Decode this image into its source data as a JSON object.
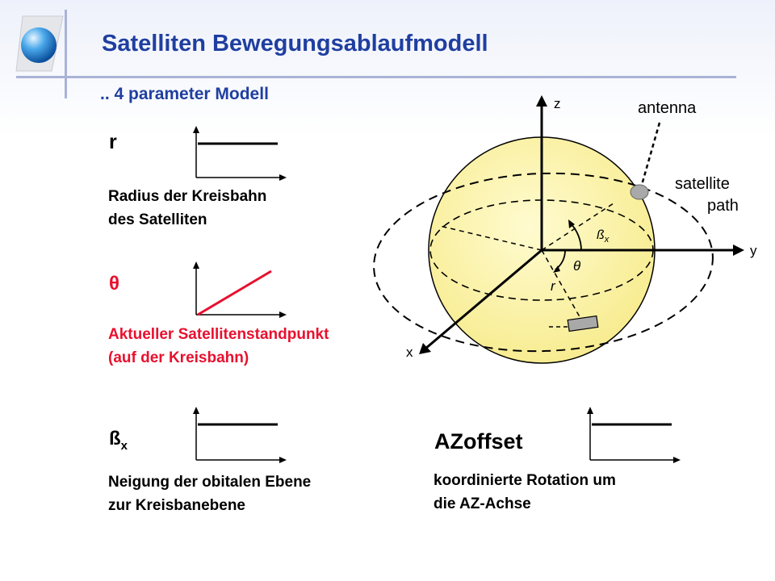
{
  "header": {
    "title": "Satelliten Bewegungsablaufmodell",
    "subtitle": ".. 4 parameter Modell"
  },
  "params": {
    "r": {
      "symbol": "r",
      "desc_line1": "Radius der Kreisbahn",
      "desc_line2": "des Satelliten"
    },
    "theta": {
      "symbol": "θ",
      "desc_line1": "Aktueller Satellitenstandpunkt",
      "desc_line2": "(auf der Kreisbahn)"
    },
    "beta": {
      "symbol": "ß",
      "subscript": "x",
      "desc_line1": "Neigung der obitalen Ebene",
      "desc_line2": "zur Kreisbanebene"
    },
    "azoffset": {
      "symbol": "AZoffset",
      "desc_line1": "koordinierte Rotation um",
      "desc_line2": "die AZ-Achse"
    }
  },
  "diagram": {
    "z_label": "z",
    "y_label": "y",
    "x_label": "x",
    "antenna_label": "antenna",
    "path_label_line1": "satellite",
    "path_label_line2": "path",
    "beta_label": "ß",
    "beta_sub": "x",
    "theta_label": "θ",
    "r_label": "r"
  },
  "colors": {
    "title": "#1f3fa0",
    "theta": "#e8102e",
    "sphere": "#fbf3a2"
  }
}
